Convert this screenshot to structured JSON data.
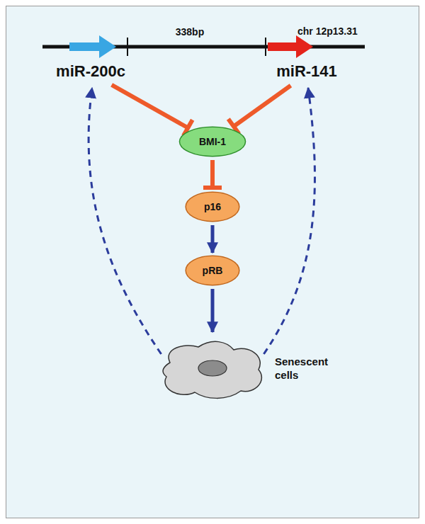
{
  "diagram": {
    "nodes": [
      {
        "text": [
          "miR-200c"
        ]
      },
      {
        "text": [
          "miR-141"
        ]
      },
      {
        "text": [
          "BMI-1"
        ]
      },
      {
        "text": [
          "p16"
        ]
      },
      {
        "text": [
          "pRB"
        ]
      },
      {
        "text": [
          "Senescent cells"
        ]
      }
    ],
    "edges": [
      {
        "from": 0,
        "to": 2,
        "arrow": "to"
      },
      {
        "from": 1,
        "to": 2,
        "arrow": "to"
      },
      {
        "from": 2,
        "to": 3,
        "arrow": "to"
      },
      {
        "from": 3,
        "to": 4,
        "arrow": "to"
      },
      {
        "from": 4,
        "to": 5,
        "arrow": "to"
      },
      {
        "from": 5,
        "to": 0,
        "arrow": "to"
      },
      {
        "from": 5,
        "to": 1,
        "arrow": "to"
      }
    ],
    "labels": [
      "338bp",
      "chr 12p13.31"
    ]
  }
}
